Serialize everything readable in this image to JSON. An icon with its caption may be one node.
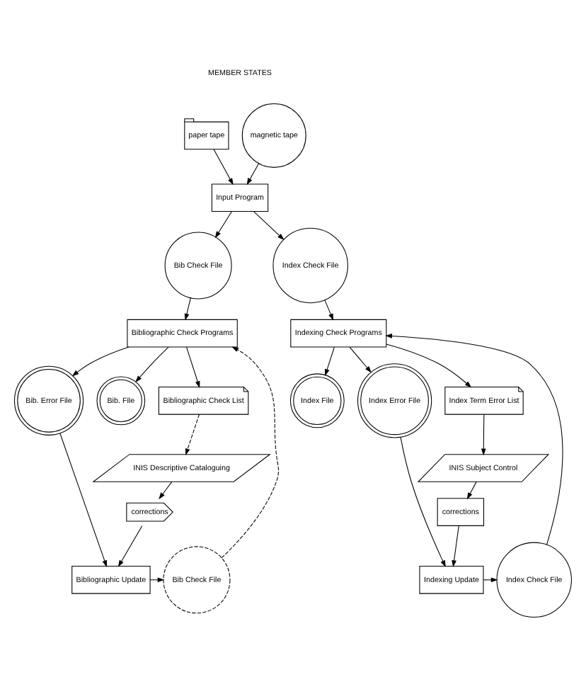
{
  "diagram": {
    "nodes": [
      {
        "text": [
          "paper tape"
        ]
      },
      {
        "text": [
          "magnetic tape"
        ]
      },
      {
        "text": [
          "Input Program"
        ]
      },
      {
        "text": [
          "Bib Check File"
        ]
      },
      {
        "text": [
          "Index Check File"
        ]
      },
      {
        "text": [
          "Bibliographic Check Programs"
        ]
      },
      {
        "text": [
          "Indexing Check Programs"
        ]
      },
      {
        "text": [
          "Bib. Error File"
        ]
      },
      {
        "text": [
          "Bib. File"
        ]
      },
      {
        "text": [
          "Index File"
        ]
      },
      {
        "text": [
          "Index Error File"
        ]
      },
      {
        "text": [
          "Bibliographic Check List"
        ]
      },
      {
        "text": [
          "Index Term Error List"
        ]
      },
      {
        "text": [
          "INIS Descriptive Cataloguing"
        ]
      },
      {
        "text": [
          "INIS Subject Control"
        ]
      },
      {
        "text": [
          "corrections"
        ]
      },
      {
        "text": [
          "corrections"
        ]
      },
      {
        "text": [
          "Bibliographic Update"
        ]
      },
      {
        "text": [
          "Indexing Update"
        ]
      },
      {
        "text": [
          "Bib Check File"
        ]
      },
      {
        "text": [
          "Index Check File"
        ]
      }
    ],
    "edges": [
      {
        "from": 0,
        "to": 2,
        "arrow": "to"
      },
      {
        "from": 1,
        "to": 2,
        "arrow": "to"
      },
      {
        "from": 2,
        "to": 3,
        "arrow": "to"
      },
      {
        "from": 2,
        "to": 4,
        "arrow": "to"
      },
      {
        "from": 3,
        "to": 5,
        "arrow": "to"
      },
      {
        "from": 4,
        "to": 6,
        "arrow": "to"
      },
      {
        "from": 5,
        "to": 7,
        "arrow": "to"
      },
      {
        "from": 5,
        "to": 11,
        "arrow": "to"
      },
      {
        "from": 5,
        "to": 8,
        "arrow": "to"
      },
      {
        "from": 6,
        "to": 9,
        "arrow": "to"
      },
      {
        "from": 6,
        "to": 12,
        "arrow": "to"
      },
      {
        "from": 6,
        "to": 10,
        "arrow": "to"
      },
      {
        "from": 11,
        "to": 13,
        "arrow": "to",
        "style": "dashed"
      },
      {
        "from": 12,
        "to": 14,
        "arrow": "to"
      },
      {
        "from": 13,
        "to": 15,
        "arrow": "to"
      },
      {
        "from": 14,
        "to": 16,
        "arrow": "to"
      },
      {
        "from": 15,
        "to": 17,
        "arrow": "to"
      },
      {
        "from": 16,
        "to": 18,
        "arrow": "to"
      },
      {
        "from": 7,
        "to": 17,
        "arrow": "to"
      },
      {
        "from": 10,
        "to": 18,
        "arrow": "to"
      },
      {
        "from": 17,
        "to": 19,
        "arrow": "to"
      },
      {
        "from": 18,
        "to": 20,
        "arrow": "to"
      },
      {
        "from": 19,
        "to": 5,
        "arrow": "to",
        "style": "dashed"
      },
      {
        "from": 20,
        "to": 6,
        "arrow": "to"
      }
    ],
    "labels": [
      "MEMBER STATES"
    ]
  }
}
